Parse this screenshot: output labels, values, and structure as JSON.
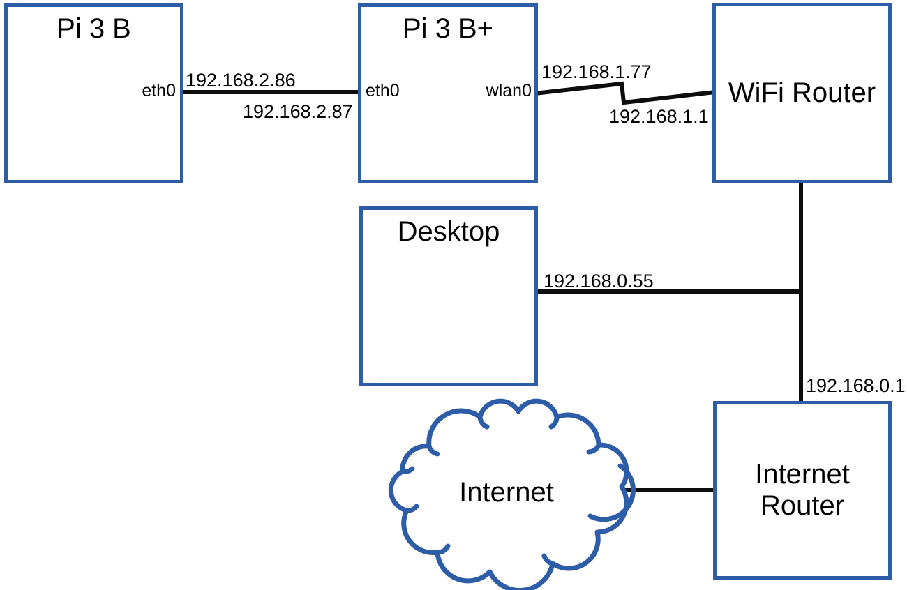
{
  "colors": {
    "node-border": "#2d5da7",
    "link-line": "#0d0d0d",
    "text": "#000000",
    "background": "#ffffff"
  },
  "nodes": {
    "pi3b": {
      "title": "Pi 3 B",
      "eth0": "eth0"
    },
    "pi3bplus": {
      "title": "Pi 3 B+",
      "eth0": "eth0",
      "wlan0": "wlan0"
    },
    "wifi_router": {
      "title": "WiFi Router"
    },
    "desktop": {
      "title": "Desktop"
    },
    "internet_router": {
      "title_line1": "Internet",
      "title_line2": "Router"
    },
    "internet_cloud": {
      "label": "Internet"
    }
  },
  "links": {
    "pi3b_to_pi3bplus": {
      "ip_pi3b_eth0": "192.168.2.86",
      "ip_pi3bplus_eth0": "192.168.2.87"
    },
    "pi3bplus_to_wifi_router": {
      "ip_pi3bplus_wlan0": "192.168.1.77",
      "ip_wifi_router": "192.168.1.1"
    },
    "desktop_to_lan": {
      "ip_desktop": "192.168.0.55"
    },
    "lan_to_internet_router": {
      "ip_internet_router": "192.168.0.1"
    }
  }
}
